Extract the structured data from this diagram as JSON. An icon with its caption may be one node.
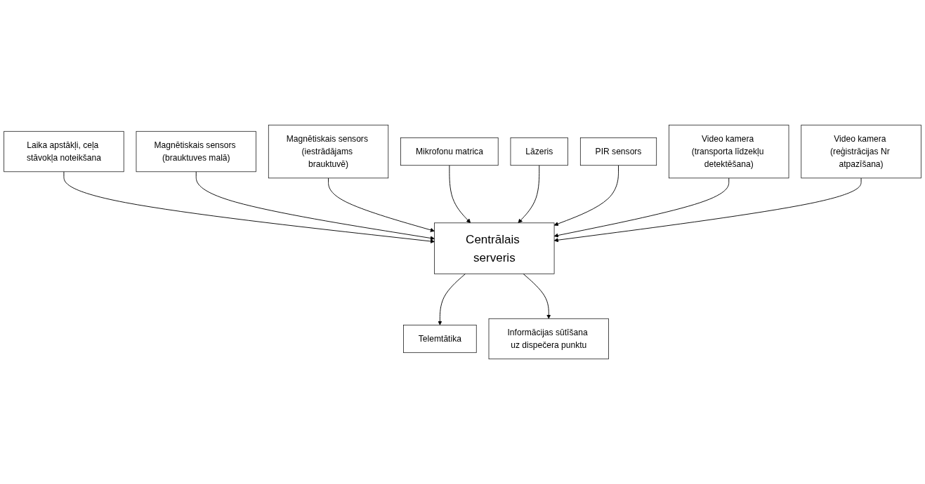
{
  "diagram": {
    "nodes": [
      {
        "text": [
          "Laika apstākļi, ceļa stāvokļa noteikšana"
        ]
      },
      {
        "text": [
          "Magnētiskais sensors (brauktuves malā)"
        ]
      },
      {
        "text": [
          "Magnētiskais sensors (iestrādājams brauktuvē)"
        ]
      },
      {
        "text": [
          "Mikrofonu matrica"
        ]
      },
      {
        "text": [
          "Lāzeris"
        ]
      },
      {
        "text": [
          "Centrālais serveris"
        ]
      },
      {
        "text": [
          "PIR sensors"
        ]
      },
      {
        "text": [
          "Video kamera (transporta līdzekļu detektēšana)"
        ]
      },
      {
        "text": [
          "Telemtātika"
        ]
      },
      {
        "text": [
          "Informācijas sūtīšana uz dispečera punktu"
        ]
      },
      {
        "text": [
          "Video kamera (reģistrācijas Nr atpazīšana)"
        ]
      }
    ],
    "edges": [
      {
        "from": 0,
        "to": 5,
        "arrow": "to"
      },
      {
        "from": 1,
        "to": 5,
        "arrow": "to"
      },
      {
        "from": 2,
        "to": 5,
        "arrow": "to"
      },
      {
        "from": 3,
        "to": 5,
        "arrow": "to"
      },
      {
        "from": 4,
        "to": 5,
        "arrow": "to"
      },
      {
        "from": 6,
        "to": 5,
        "arrow": "to"
      },
      {
        "from": 7,
        "to": 5,
        "arrow": "to"
      },
      {
        "from": 10,
        "to": 5,
        "arrow": "to"
      },
      {
        "from": 5,
        "to": 8,
        "arrow": "to"
      },
      {
        "from": 5,
        "to": 9,
        "arrow": "to"
      }
    ]
  }
}
